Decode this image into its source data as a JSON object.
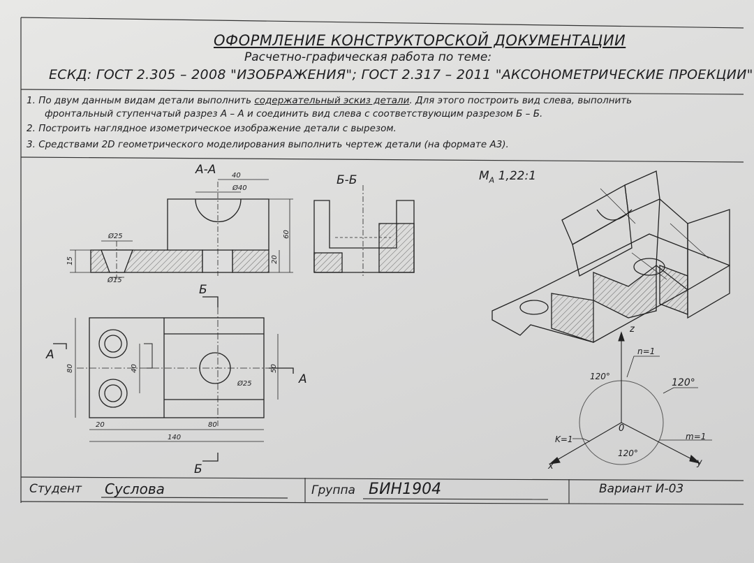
{
  "header": {
    "title": "ОФОРМЛЕНИЕ КОНСТРУКТОРСКОЙ ДОКУМЕНТАЦИИ",
    "subtitle": "Расчетно-графическая работа по теме:",
    "standards": "ЕСКД: ГОСТ 2.305 – 2008 \"ИЗОБРАЖЕНИЯ\"; ГОСТ 2.317 – 2011 \"АКСОНОМЕТРИЧЕСКИЕ ПРОЕКЦИИ\""
  },
  "tasks": [
    {
      "num": "1.",
      "line1_a": "По двум данным видам детали выполнить ",
      "line1_u": "содержательный эскиз детали",
      "line1_b": ". Для этого построить вид слева, выполнить",
      "line2": "фронтальный ступенчатый разрез А – А и соединить вид слева с соответствующим разрезом Б – Б."
    },
    {
      "num": "2.",
      "text": "Построить наглядное изометрическое изображение детали с вырезом."
    },
    {
      "num": "3.",
      "text": "Средствами 2D геометрического моделирования выполнить чертеж детали (на формате А3)."
    }
  ],
  "views": {
    "section_aa": "А-А",
    "section_bb": "Б-Б",
    "scale": "M",
    "scale_sub": "A",
    "scale_value": "1,22:1",
    "cut_b": "Б",
    "cut_a": "А"
  },
  "dimensions": {
    "d40": "40",
    "d40dia": "Ø40",
    "d25top": "Ø25",
    "d15": "Ø15",
    "d60": "60",
    "d20": "20",
    "d15h": "15",
    "d80v": "80",
    "d40v": "40",
    "d50": "50",
    "d25": "Ø25",
    "d20b": "20",
    "d80b": "80",
    "d140": "140"
  },
  "axes": {
    "z": "z",
    "x": "x",
    "y": "y",
    "o": "0",
    "n": "n=1",
    "k": "K=1",
    "m": "m=1",
    "a1": "120°",
    "a2": "120°",
    "a3": "120°"
  },
  "footer": {
    "student_label": "Студент",
    "student_value": "Суслова",
    "group_label": "Группа",
    "group_value": "БИН1904",
    "variant_label": "Вариант",
    "variant_value": "И-03"
  }
}
